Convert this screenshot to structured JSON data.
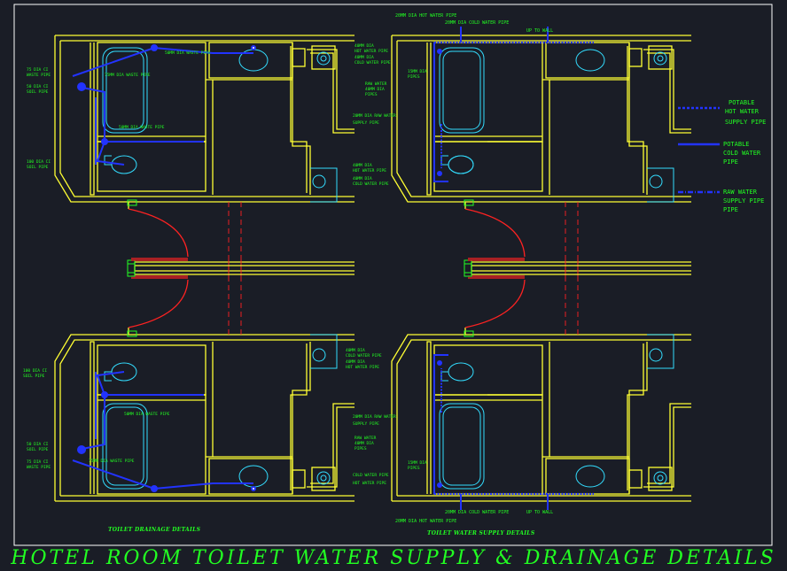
{
  "title": "HOTEL ROOM TOILET WATER SUPPLY & DRAINAGE DETAILS",
  "captions": {
    "drainage": "TOILET DRAINAGE DETAILS",
    "supply": "TOILET WATER SUPPLY DETAILS"
  },
  "legend": {
    "hot": [
      "POTABLE",
      "HOT WATER",
      "SUPPLY PIPE"
    ],
    "cold": [
      "POTABLE",
      "COLD WATER",
      "PIPE"
    ],
    "raw": [
      "RAW WATER",
      "SUPPLY PIPE",
      "PIPE"
    ]
  },
  "colors": {
    "background": "#1a1d26",
    "wall": "#ffff33",
    "fixture": "#33ddff",
    "pipe": "#2233ff",
    "door": "#ff2222",
    "label": "#22ff22",
    "frame": "#ffffff"
  },
  "labels": {
    "top_hot_pipe": "20MM DIA HOT WATER PIPE",
    "top_cold_pipe": "20MM DIA COLD WATER PIPE",
    "up_to_wall_top": "UP TO WALL",
    "up_to_wall_bottom": "UP TO WALL",
    "bottom_hot_pipe": "20MM DIA HOT WATER PIPE",
    "bottom_cold_pipe": "20MM DIA COLD WATER PIPE",
    "d1": [
      "75 DIA CI",
      "WASTE PIPE"
    ],
    "d2": [
      "50 DIA CI",
      "SOIL PIPE"
    ],
    "d3": [
      "100 DIA CI",
      "SOIL PIPE"
    ],
    "d4": "50MM DIA WASTE PIPE",
    "d5": "50MM DIA WASTE PIPE",
    "d6": "75MM DIA WASTE PIPE",
    "d7": [
      "100 DIA CI",
      "SOIL PIPE"
    ],
    "d8": [
      "50 DIA CI",
      "SOIL PIPE"
    ],
    "d9": [
      "75 DIA CI",
      "WASTE PIPE"
    ],
    "d10": "50MM DIA WASTE PIPE",
    "d11": "75MM DIA WASTE PIPE",
    "s1": [
      "40MM DIA",
      "HOT WATER PIPE",
      "40MM DIA",
      "COLD WATER PIPE"
    ],
    "s2": [
      "RAW WATER",
      "40MM DIA",
      "PIPES"
    ],
    "s3": [
      "20MM DIA RAW WATER",
      "SUPPLY PIPE"
    ],
    "s4": [
      "40MM DIA",
      "HOT WATER PIPE",
      "40MM DIA",
      "COLD WATER PIPE"
    ],
    "s5": [
      "15MM DIA",
      "PIPES"
    ],
    "s6": [
      "40MM DIA",
      "COLD WATER PIPE",
      "40MM DIA",
      "HOT WATER PIPE"
    ],
    "s7": [
      "20MM DIA RAW WATER",
      "SUPPLY PIPE"
    ],
    "s8": [
      "RAW WATER",
      "40MM DIA",
      "PIPES"
    ],
    "s9": [
      "COLD WATER PIPE",
      "HOT WATER PIPE"
    ],
    "s10": [
      "15MM DIA",
      "PIPES"
    ]
  }
}
